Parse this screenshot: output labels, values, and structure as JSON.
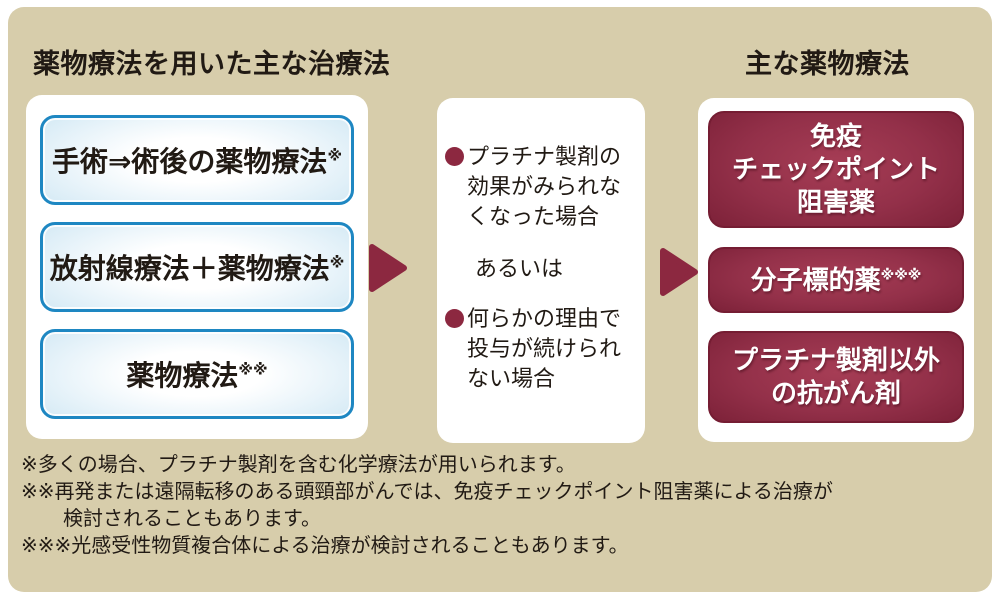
{
  "headers": {
    "left": "薬物療法を用いた主な治療法",
    "right": "主な薬物療法"
  },
  "left_panel": {
    "boxes": [
      {
        "label": "手術⇒術後の薬物療法",
        "note": "※"
      },
      {
        "label": "放射線療法＋薬物療法",
        "note": "※"
      },
      {
        "label": "薬物療法",
        "note": "※※"
      }
    ]
  },
  "middle_panel": {
    "items": [
      {
        "lines": [
          "プラチナ製剤の",
          "効果がみられな",
          "くなった場合"
        ]
      },
      {
        "lines": [
          "何らかの理由で",
          "投与が続けられ",
          "ない場合"
        ]
      }
    ],
    "connector": "あるいは"
  },
  "right_panel": {
    "boxes": [
      {
        "lines": [
          "免疫",
          "チェックポイント",
          "阻害薬"
        ],
        "note": ""
      },
      {
        "lines": [
          "分子標的薬"
        ],
        "note": "※※※"
      },
      {
        "lines": [
          "プラチナ製剤以外",
          "の抗がん剤"
        ],
        "note": ""
      }
    ]
  },
  "footnotes": [
    {
      "text": "※多くの場合、プラチナ製剤を含む化学療法が用いられます。"
    },
    {
      "text": "※※再発または遠隔転移のある頭頸部がんでは、免疫チェックポイント阻害薬による治療が"
    },
    {
      "text": "検討されることもあります。"
    },
    {
      "text": "※※※光感受性物質複合体による治療が検討されることもあります。"
    }
  ],
  "colors": {
    "background_tan": "#d7cdab",
    "maroon_accent": "#8c2840",
    "maroon_box_edge": "#7c2138",
    "maroon_box_center": "#a63d55",
    "blue_border": "#1e87c2",
    "blue_box_edge": "#c9e4f2",
    "text": "#211a14",
    "panel_white": "#ffffff"
  }
}
